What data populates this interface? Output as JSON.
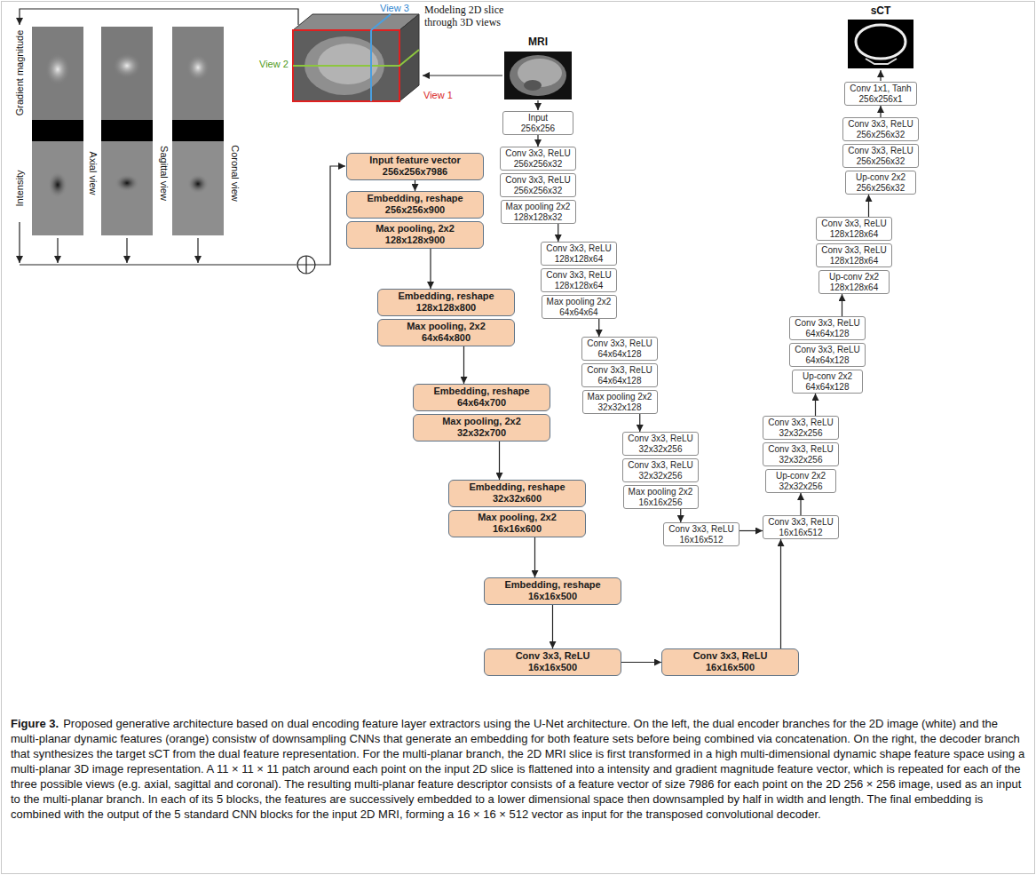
{
  "diagram": {
    "caption": "Proposed generative architecture based on dual encoding feature layer extractors using the U-Net architecture. On the left, the dual encoder branches for the 2D image (white) and the multi-planar dynamic features (orange) consistw of downsampling CNNs that generate an embedding for both feature sets before being combined via concatenation. On the right, the decoder branch that synthesizes the target sCT from the dual feature representation. For the multi-planar branch, the 2D MRI slice is first transformed in a high multi-dimensional dynamic shape feature space using a multi-planar 3D image representation. A 11 × 11 × 11 patch around each point on the input 2D slice is flattened into a intensity and gradient magnitude feature vector, which is repeated for each of the three possible views (e.g. axial, sagittal and coronal). The resulting multi-planar feature descriptor consists of a feature vector of size 7986 for each point on the 2D 256 × 256 image, used as an input to the multi-planar branch. In each of its 5 blocks, the features are successively embedded to a lower dimensional space then downsampled by half in width and length. The final embedding is combined with the output of the 5 standard CNN blocks for the input 2D MRI, forming a 16 × 16 × 512 vector as input for the transposed convolutional decoder.",
    "nodes": [
      {
        "text": [
          "Input",
          "256x256"
        ]
      },
      {
        "text": [
          "Conv 3x3, ReLU",
          "256x256x32"
        ]
      },
      {
        "text": [
          "Conv 3x3, ReLU",
          "256x256x32"
        ]
      },
      {
        "text": [
          "Max pooling 2x2",
          "128x128x32"
        ]
      },
      {
        "text": [
          "Conv 3x3, ReLU",
          "128x128x64"
        ]
      },
      {
        "text": [
          "Conv 3x3, ReLU",
          "128x128x64"
        ]
      },
      {
        "text": [
          "Max pooling 2x2",
          "64x64x64"
        ]
      },
      {
        "text": [
          "Conv 3x3, ReLU",
          "64x64x128"
        ]
      },
      {
        "text": [
          "Conv 3x3, ReLU",
          "64x64x128"
        ]
      },
      {
        "text": [
          "Max pooling 2x2",
          "32x32x128"
        ]
      },
      {
        "text": [
          "Conv 3x3, ReLU",
          "32x32x256"
        ]
      },
      {
        "text": [
          "Conv 3x3, ReLU",
          "32x32x256"
        ]
      },
      {
        "text": [
          "Max pooling 2x2",
          "16x16x256"
        ]
      },
      {
        "text": [
          "Conv 3x3, ReLU",
          "16x16x512"
        ]
      },
      {
        "text": [
          "Conv 3x3, ReLU",
          "16x16x512"
        ]
      },
      {
        "text": [
          "Up-conv 2x2",
          "32x32x256"
        ]
      },
      {
        "text": [
          "Conv 3x3, ReLU",
          "32x32x256"
        ]
      },
      {
        "text": [
          "Conv 3x3, ReLU",
          "32x32x256"
        ]
      },
      {
        "text": [
          "Up-conv 2x2",
          "64x64x128"
        ]
      },
      {
        "text": [
          "Conv 3x3, ReLU",
          "64x64x128"
        ]
      },
      {
        "text": [
          "Conv 3x3, ReLU",
          "64x64x128"
        ]
      },
      {
        "text": [
          "Up-conv 2x2",
          "128x128x64"
        ]
      },
      {
        "text": [
          "Conv 3x3, ReLU",
          "128x128x64"
        ]
      },
      {
        "text": [
          "Conv 3x3, ReLU",
          "128x128x64"
        ]
      },
      {
        "text": [
          "Up-conv 2x2",
          "256x256x32"
        ]
      },
      {
        "text": [
          "Conv 3x3, ReLU",
          "256x256x32"
        ]
      },
      {
        "text": [
          "Conv 3x3, ReLU",
          "256x256x32"
        ]
      },
      {
        "text": [
          "Conv 1x1, Tanh",
          "256x256x1"
        ]
      },
      {
        "text": [
          "Input feature vector",
          "256x256x7986"
        ]
      },
      {
        "text": [
          "Embedding, reshape",
          "256x256x900"
        ]
      },
      {
        "text": [
          "Max pooling, 2x2",
          "128x128x900"
        ]
      },
      {
        "text": [
          "Embedding, reshape",
          "128x128x800"
        ]
      },
      {
        "text": [
          "Max pooling, 2x2",
          "64x64x800"
        ]
      },
      {
        "text": [
          "Embedding, reshape",
          "64x64x700"
        ]
      },
      {
        "text": [
          "Max pooling, 2x2",
          "32x32x700"
        ]
      },
      {
        "text": [
          "Embedding, reshape",
          "32x32x600"
        ]
      },
      {
        "text": [
          "Max pooling, 2x2",
          "16x16x600"
        ]
      },
      {
        "text": [
          "Embedding, reshape",
          "16x16x500"
        ]
      },
      {
        "text": [
          "Conv 3x3, ReLU",
          "16x16x500"
        ]
      },
      {
        "text": [
          "Conv 3x3, ReLU",
          "16x16x500"
        ]
      }
    ],
    "edges": [
      {
        "from": 0,
        "to": 1,
        "arrow": "to"
      },
      {
        "from": 3,
        "to": 4,
        "arrow": "to"
      },
      {
        "from": 6,
        "to": 7,
        "arrow": "to"
      },
      {
        "from": 9,
        "to": 10,
        "arrow": "to"
      },
      {
        "from": 12,
        "to": 13,
        "arrow": "to"
      },
      {
        "from": 13,
        "to": 14,
        "arrow": "to"
      },
      {
        "from": 14,
        "to": 15,
        "arrow": "to"
      },
      {
        "from": 17,
        "to": 18,
        "arrow": "to"
      },
      {
        "from": 20,
        "to": 21,
        "arrow": "to"
      },
      {
        "from": 23,
        "to": 24,
        "arrow": "to"
      },
      {
        "from": 26,
        "to": 27,
        "arrow": "to"
      },
      {
        "from": 28,
        "to": 29,
        "arrow": "to"
      },
      {
        "from": 30,
        "to": 31,
        "arrow": "to"
      },
      {
        "from": 32,
        "to": 33,
        "arrow": "to"
      },
      {
        "from": 34,
        "to": 35,
        "arrow": "to"
      },
      {
        "from": 36,
        "to": 37,
        "arrow": "to"
      },
      {
        "from": 37,
        "to": 38,
        "arrow": "to"
      },
      {
        "from": 38,
        "to": 39,
        "arrow": "to"
      },
      {
        "from": 39,
        "to": 14,
        "arrow": "to"
      }
    ],
    "labels": [
      "Gradient magnitude",
      "Intensity",
      "Axial view",
      "Sagittal view",
      "Coronal view",
      "View 3",
      "View 2",
      "View 1",
      "Modeling 2D slice through 3D views",
      "MRI",
      "sCT",
      "Figure 3."
    ]
  }
}
